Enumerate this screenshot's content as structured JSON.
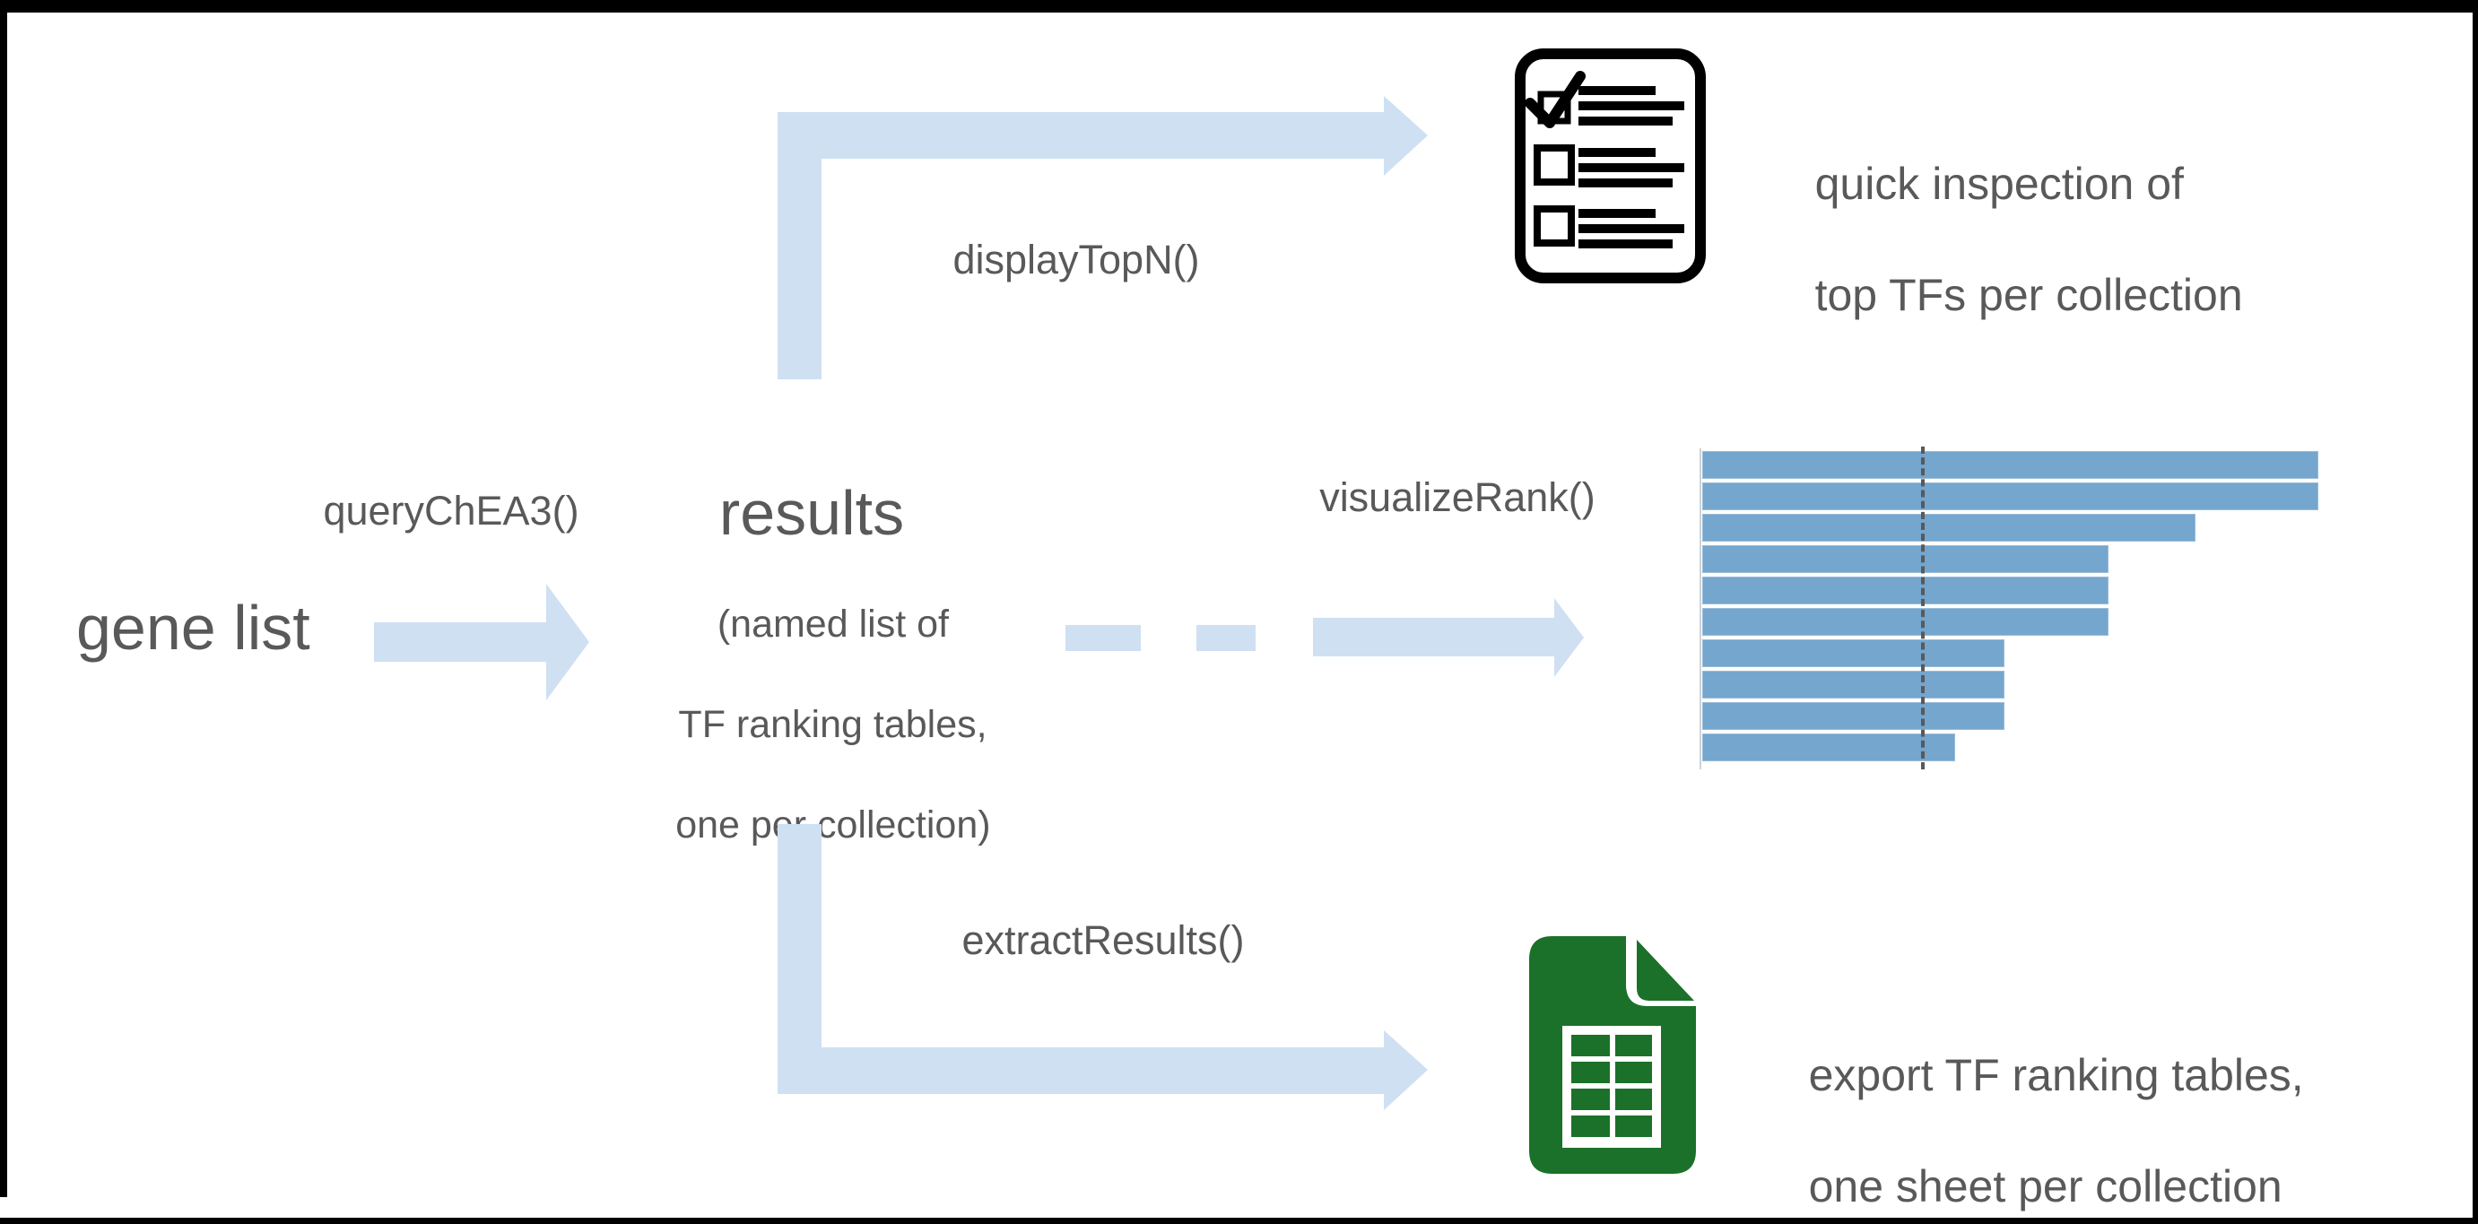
{
  "colors": {
    "arrow": "#cfe0f2",
    "text": "#595959",
    "bar": "#74a6ce",
    "bar_border": "#9bbcd9",
    "green": "#1b7129",
    "dash": "#595959",
    "axis": "#ccd4da",
    "icon_black": "#000000"
  },
  "nodes": {
    "gene_list": "gene list",
    "results_title": "results",
    "results_sub_1": "(named list of",
    "results_sub_2": "TF ranking tables,",
    "results_sub_3": "one per collection)"
  },
  "labels": {
    "query": "queryChEA3()",
    "display_top_n": "displayTopN()",
    "visualize_rank": "visualizeRank()",
    "extract_results": "extractResults()"
  },
  "captions": {
    "inspect_1": "quick inspection of",
    "inspect_2": "top TFs per collection",
    "export_1": "export TF ranking tables,",
    "export_2": "one sheet per collection"
  },
  "icons": {
    "checklist": "checklist-icon",
    "spreadsheet": "green-spreadsheet-icon"
  },
  "chart_data": {
    "type": "bar",
    "orientation": "horizontal",
    "title": "",
    "xlabel": "",
    "ylabel": "",
    "values": [
      1.0,
      1.0,
      0.8,
      0.66,
      0.66,
      0.66,
      0.49,
      0.49,
      0.49,
      0.41
    ],
    "xlim": [
      0,
      1.0
    ],
    "reference_line_x": 0.355,
    "grid": false,
    "legend": false,
    "bar_color": "#74a6ce",
    "note": "unlabeled TF rank-score bars, one per TF, with dashed reference line"
  }
}
